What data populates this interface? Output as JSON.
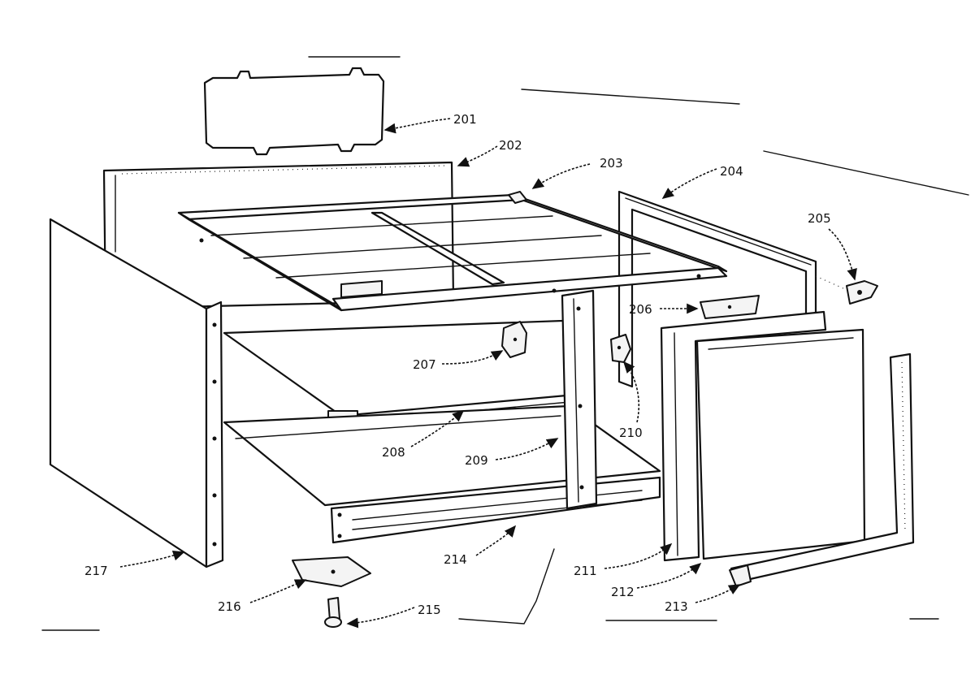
{
  "callouts": {
    "c201": "201",
    "c202": "202",
    "c203": "203",
    "c204": "204",
    "c205": "205",
    "c206": "206",
    "c207": "207",
    "c208": "208",
    "c209": "209",
    "c210": "210",
    "c211": "211",
    "c212": "212",
    "c213": "213",
    "c214": "214",
    "c215": "215",
    "c216": "216",
    "c217": "217"
  }
}
